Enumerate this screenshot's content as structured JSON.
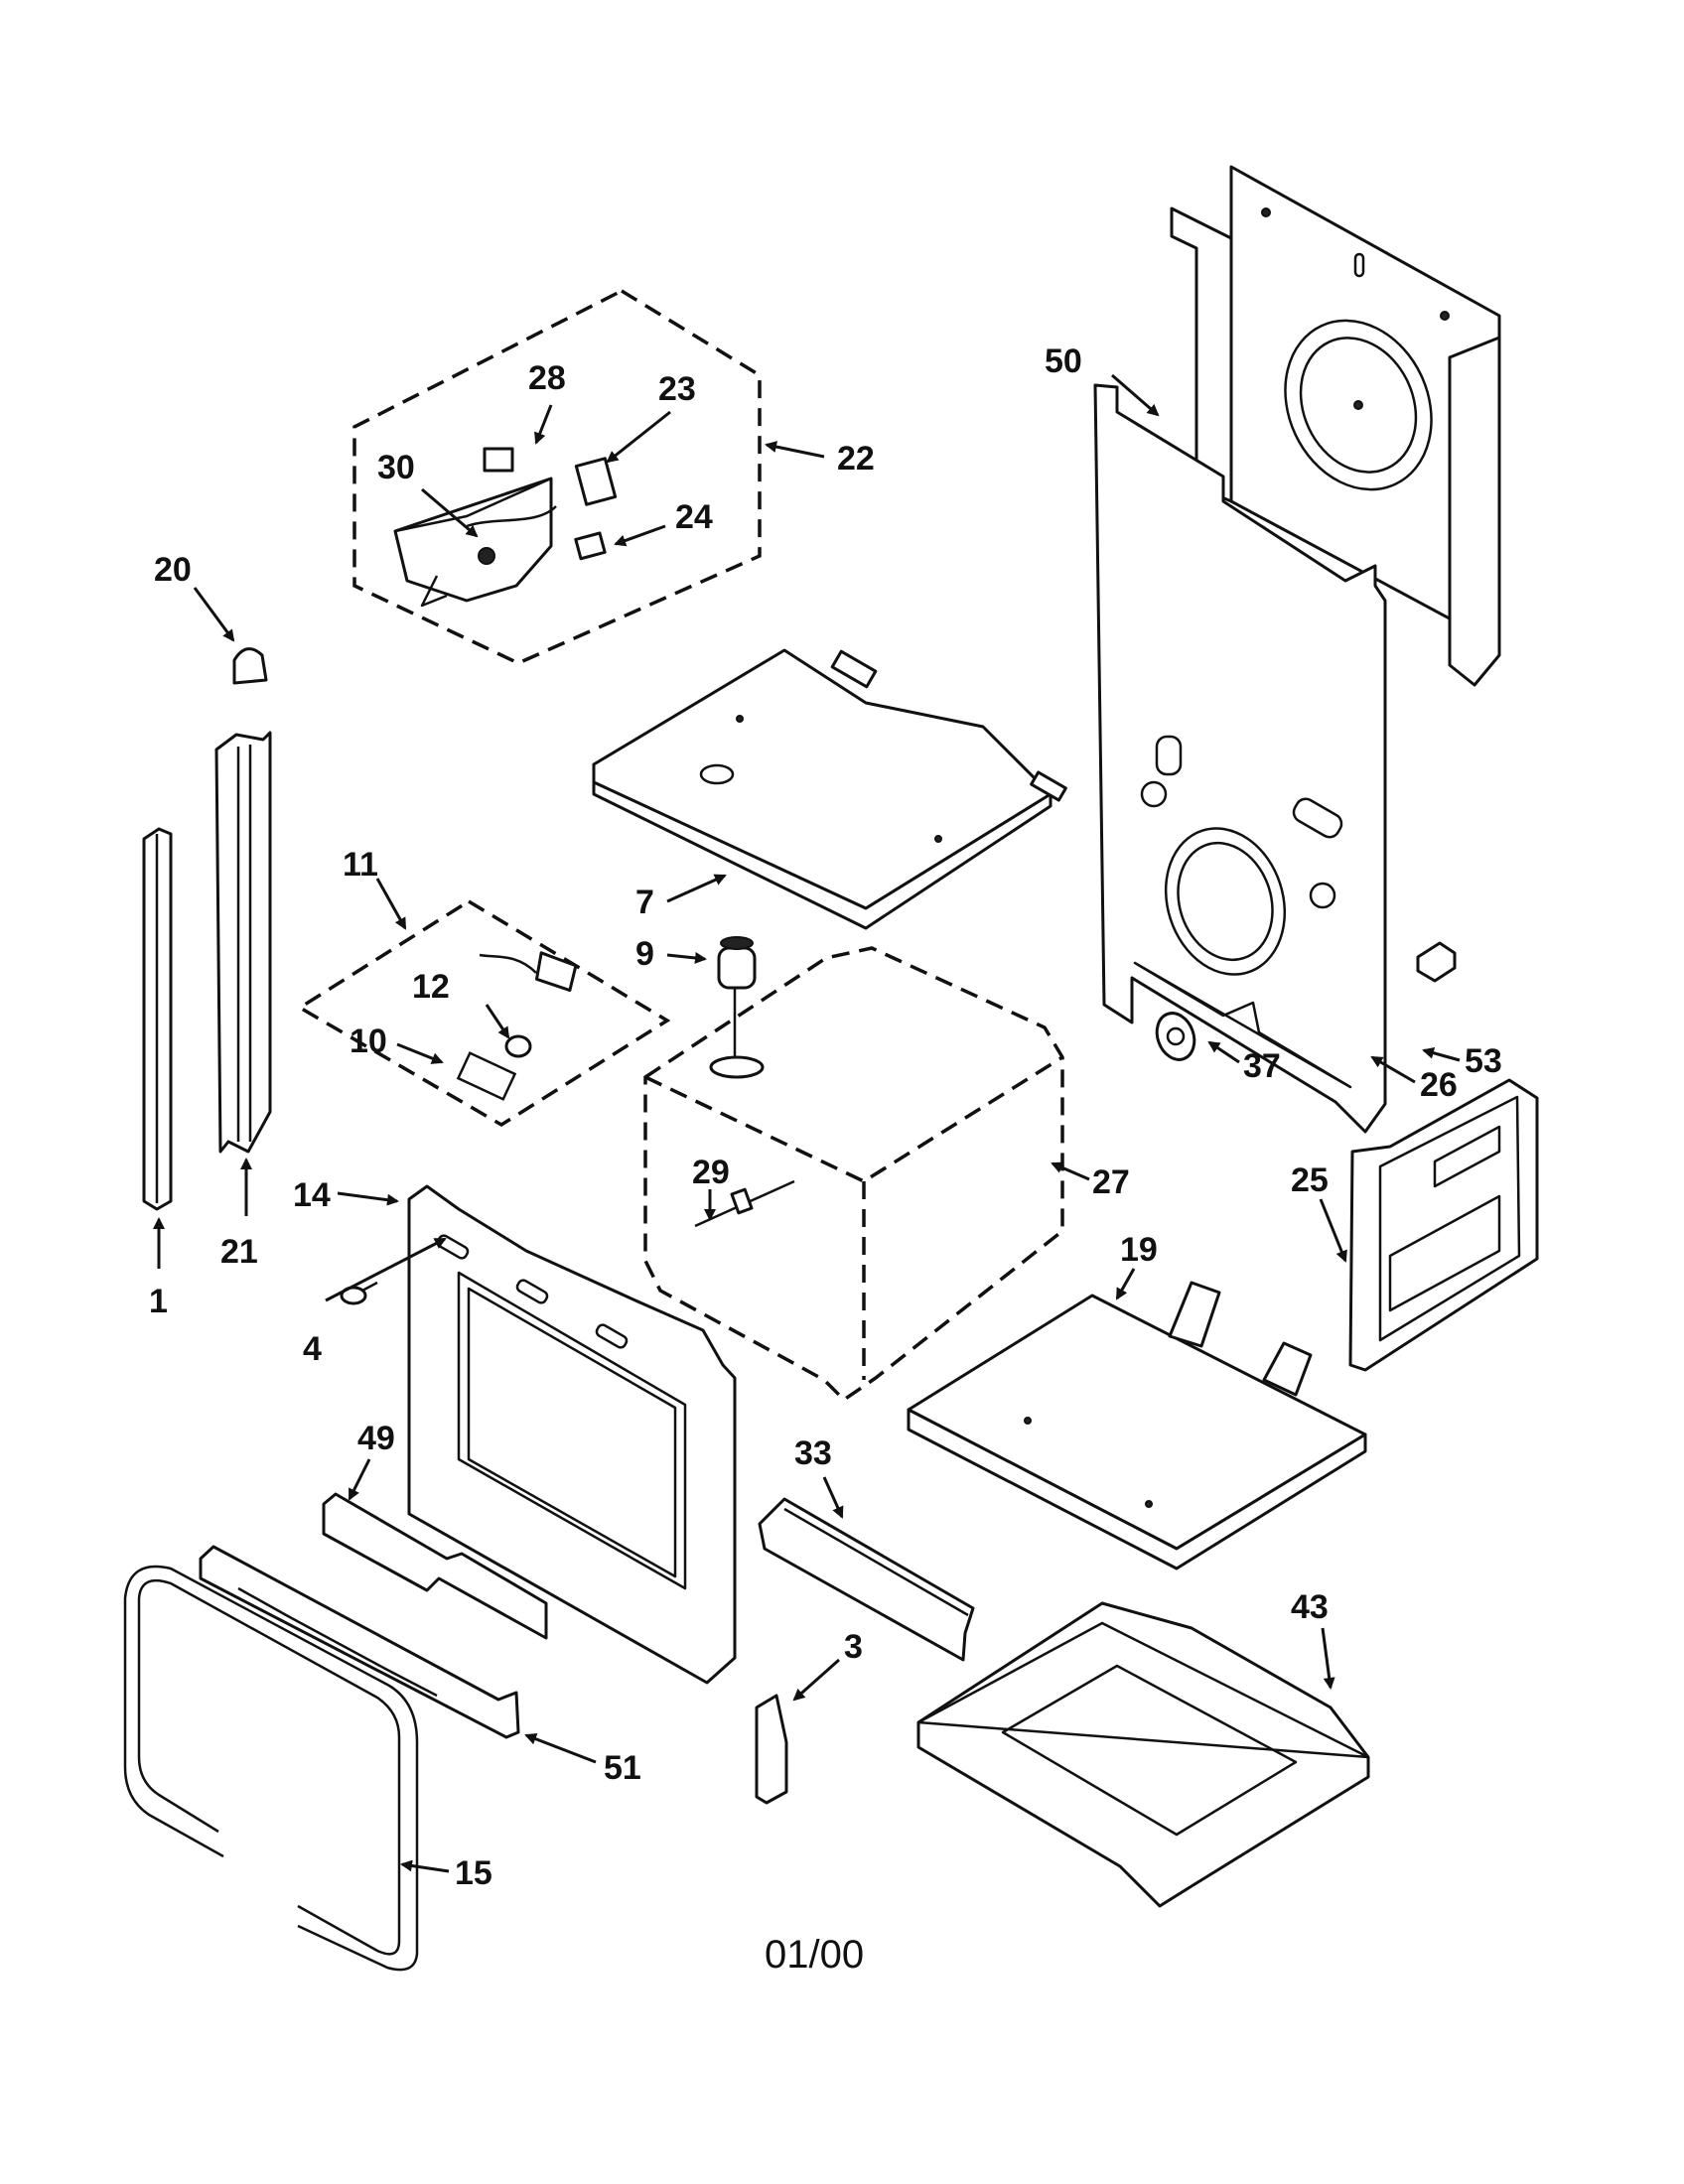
{
  "diagram": {
    "date_code": "01/00",
    "callouts": {
      "c1": "1",
      "c3": "3",
      "c4": "4",
      "c7": "7",
      "c9": "9",
      "c10": "10",
      "c11": "11",
      "c12": "12",
      "c14": "14",
      "c15": "15",
      "c19": "19",
      "c20": "20",
      "c21": "21",
      "c22": "22",
      "c23": "23",
      "c24": "24",
      "c25": "25",
      "c26": "26",
      "c27": "27",
      "c28": "28",
      "c29": "29",
      "c30": "30",
      "c33": "33",
      "c37": "37",
      "c43": "43",
      "c49": "49",
      "c50": "50",
      "c51": "51",
      "c53": "53"
    }
  }
}
